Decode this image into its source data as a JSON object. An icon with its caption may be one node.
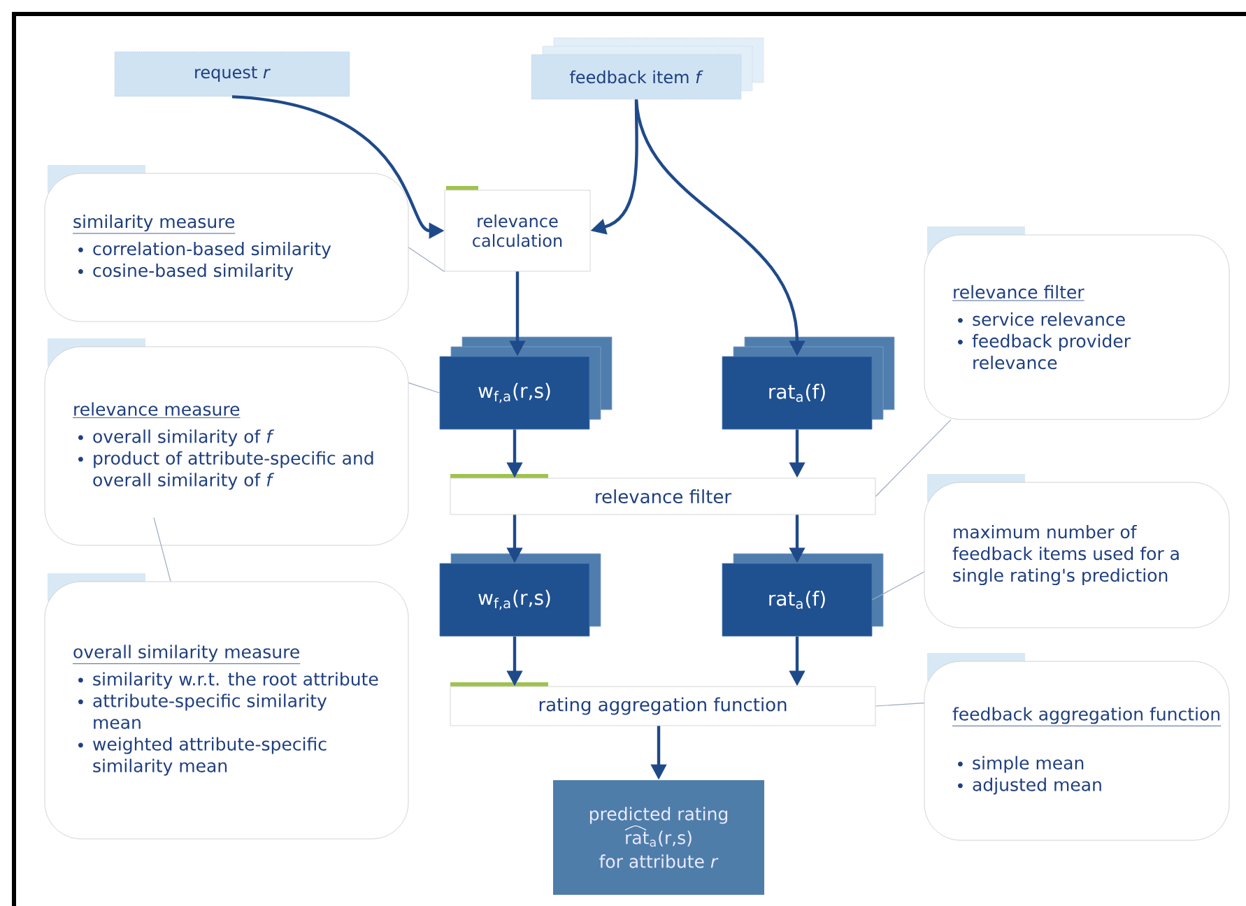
{
  "diagram": {
    "nodes": [
      {
        "text": [
          "request *r*"
        ]
      },
      {
        "text": [
          "feedback item *f*"
        ]
      },
      {
        "text": [
          "relevance calculation"
        ]
      },
      {
        "text": [
          "w$_{f,a}$(r,s)"
        ]
      },
      {
        "text": [
          "rat$_{a}$(f)"
        ]
      },
      {
        "text": [
          "relevance filter"
        ]
      },
      {
        "text": [
          "w$_{f,a}$(r,s)"
        ]
      },
      {
        "text": [
          "rat$_{a}$(f)"
        ]
      },
      {
        "text": [
          "rating aggregation function"
        ]
      },
      {
        "text": [
          "predicted rating",
          "rat$_{a}$(r,s)",
          "for attribute *r*"
        ]
      },
      {
        "text": [
          "similarity measure",
          "correlation-based similarity",
          "cosine-based similarity"
        ]
      },
      {
        "text": [
          "relevance measure",
          "overall similarity of *f*",
          "product of attribute-specific and overall similarity of *f*"
        ]
      },
      {
        "text": [
          "overall similarity measure",
          "similarity w.r.t. the root attribute",
          "attribute-specific similarity mean",
          "weighted attribute-specific similarity mean"
        ]
      },
      {
        "text": [
          "relevance filter",
          "service relevance",
          "feedback provider relevance"
        ]
      },
      {
        "text": [
          "maximum number of feedback items used for a single rating's prediction"
        ]
      },
      {
        "text": [
          "feedback aggregation function",
          "simple mean",
          "adjusted mean"
        ]
      }
    ],
    "edges": [
      {
        "from": 0,
        "to": 2,
        "arrow": "to"
      },
      {
        "from": 1,
        "to": 2,
        "arrow": "to"
      },
      {
        "from": 1,
        "to": 4,
        "arrow": "to"
      },
      {
        "from": 2,
        "to": 3,
        "arrow": "to"
      },
      {
        "from": 3,
        "to": 5,
        "arrow": "to"
      },
      {
        "from": 4,
        "to": 5,
        "arrow": "to"
      },
      {
        "from": 5,
        "to": 6,
        "arrow": "to"
      },
      {
        "from": 5,
        "to": 7,
        "arrow": "to"
      },
      {
        "from": 6,
        "to": 8,
        "arrow": "to"
      },
      {
        "from": 7,
        "to": 8,
        "arrow": "to"
      },
      {
        "from": 8,
        "to": 9,
        "arrow": "to"
      },
      {
        "from": 10,
        "to": 2,
        "arrow": "none",
        "color": "#9aaac4"
      },
      {
        "from": 11,
        "to": 3,
        "arrow": "none",
        "color": "#9aaac4"
      },
      {
        "from": 12,
        "to": 11,
        "arrow": "none",
        "color": "#9aaac4"
      },
      {
        "from": 13,
        "to": 5,
        "arrow": "none",
        "color": "#9aaac4"
      },
      {
        "from": 14,
        "to": 7,
        "arrow": "none",
        "color": "#9aaac4"
      },
      {
        "from": 15,
        "to": 8,
        "arrow": "none",
        "color": "#9aaac4"
      }
    ]
  }
}
